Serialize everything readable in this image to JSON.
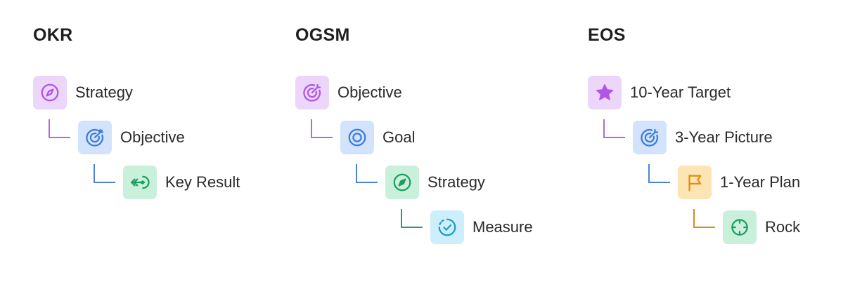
{
  "frameworks": [
    {
      "title": "OKR",
      "items": [
        {
          "label": "Strategy",
          "icon": "compass-icon",
          "color": "#b055e6"
        },
        {
          "label": "Objective",
          "icon": "target-arrow-icon",
          "color": "#3a7be0"
        },
        {
          "label": "Key Result",
          "icon": "arrow-target-icon",
          "color": "#1f9d60"
        }
      ]
    },
    {
      "title": "OGSM",
      "items": [
        {
          "label": "Objective",
          "icon": "target-arrow-icon",
          "color": "#b055e6"
        },
        {
          "label": "Goal",
          "icon": "bullseye-icon",
          "color": "#3a7be0"
        },
        {
          "label": "Strategy",
          "icon": "compass-icon",
          "color": "#1f9d60"
        },
        {
          "label": "Measure",
          "icon": "check-circle-dashed-icon",
          "color": "#1f99cc"
        }
      ]
    },
    {
      "title": "EOS",
      "items": [
        {
          "label": "10-Year Target",
          "icon": "star-icon",
          "color": "#b055e6"
        },
        {
          "label": "3-Year Picture",
          "icon": "target-arrow-icon",
          "color": "#3a7be0"
        },
        {
          "label": "1-Year Plan",
          "icon": "flag-icon",
          "color": "#e88a0a"
        },
        {
          "label": "Rock",
          "icon": "crosshair-icon",
          "color": "#1f9d60"
        }
      ]
    }
  ]
}
